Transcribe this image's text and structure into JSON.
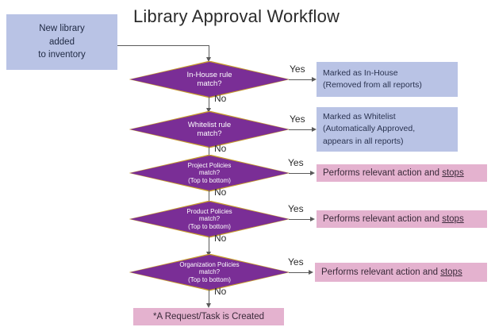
{
  "diagram": {
    "title": "Library Approval Workflow",
    "type": "flowchart",
    "colors": {
      "start_box": "#b9c3e5",
      "decision": "#7a2e96",
      "decision_border": "#c79b2a",
      "result_blue": "#b9c3e5",
      "result_pink": "#e4b2cf",
      "connector": "#5a5a5a",
      "text_dark": "#2b2b2b"
    },
    "start": {
      "line1": "New library",
      "line2": "added",
      "line3": "to inventory"
    },
    "edge_labels": {
      "yes": "Yes",
      "no": "No"
    },
    "steps": [
      {
        "id": "in-house",
        "q_line1": "In-House rule",
        "q_line2": "match?",
        "q_line3": "",
        "yes_label": "Yes",
        "no_label": "No",
        "result_kind": "blue",
        "result_lines": [
          "Marked as In-House",
          "(Removed from all reports)"
        ]
      },
      {
        "id": "whitelist",
        "q_line1": "Whitelist rule",
        "q_line2": "match?",
        "q_line3": "",
        "yes_label": "Yes",
        "no_label": "No",
        "result_kind": "blue",
        "result_lines": [
          "Marked as Whitelist",
          "(Automatically Approved,",
          "appears in all reports)"
        ]
      },
      {
        "id": "project-policies",
        "q_line1": "Project Policies",
        "q_line2": "match?",
        "q_line3": "(Top to bottom)",
        "yes_label": "Yes",
        "no_label": "No",
        "result_kind": "pink",
        "result_prefix": "Performs relevant action and ",
        "result_underlined": "stops"
      },
      {
        "id": "product-policies",
        "q_line1": "Product Policies",
        "q_line2": "match?",
        "q_line3": "(Top to bottom)",
        "yes_label": "Yes",
        "no_label": "No",
        "result_kind": "pink",
        "result_prefix": "Performs relevant action and ",
        "result_underlined": "stops"
      },
      {
        "id": "organization-policies",
        "q_line1": "Organization Policies",
        "q_line2": "match?",
        "q_line3": "(Top to bottom)",
        "yes_label": "Yes",
        "no_label": "No",
        "result_kind": "pink",
        "result_prefix": "Performs relevant action and ",
        "result_underlined": "stops"
      }
    ],
    "final": {
      "label": "*A Request/Task is Created"
    }
  }
}
